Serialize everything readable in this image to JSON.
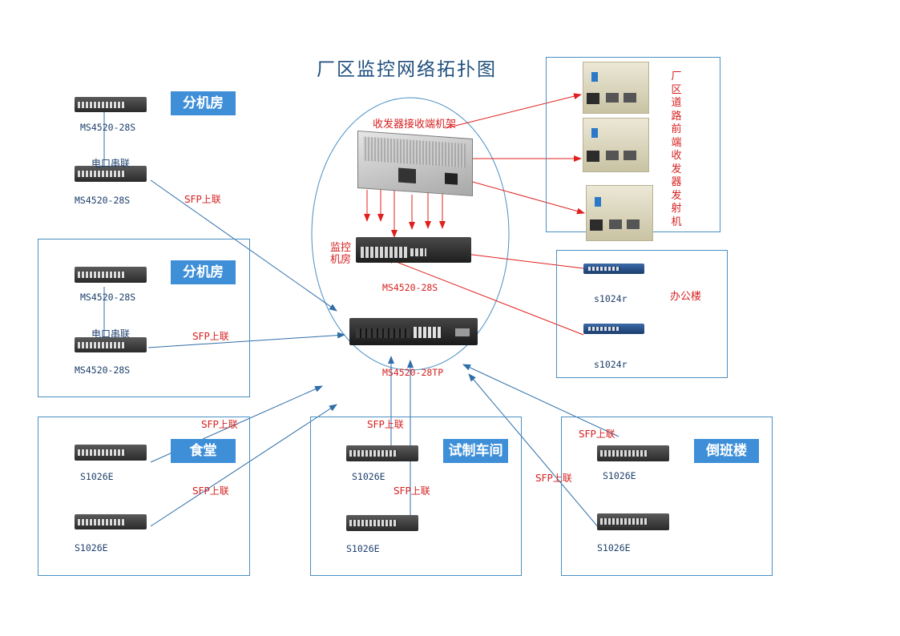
{
  "title": "厂区监控网络拓扑图",
  "zones": {
    "branch_top": "分机房",
    "branch_mid": "分机房",
    "canteen": "食堂",
    "trial": "试制车间",
    "shift": "倒班楼",
    "office": "办公楼"
  },
  "devices": {
    "ms28s_1": "MS4520-28S",
    "ms28s_2": "MS4520-28S",
    "ms28s_3": "MS4520-28S",
    "ms28s_4": "MS4520-28S",
    "ms28s_core": "MS4520-28S",
    "ms28tp": "MS4520-28TP",
    "s1024r_1": "s1024r",
    "s1024r_2": "s1024r",
    "s1026e_1": "S1026E",
    "s1026e_2": "S1026E",
    "s1026e_3": "S1026E",
    "s1026e_4": "S1026E",
    "s1026e_5": "S1026E",
    "s1026e_6": "S1026E"
  },
  "links": {
    "serial_1": "电口串联",
    "serial_2": "电口串联",
    "sfp_1": "SFP上联",
    "sfp_2": "SFP上联",
    "sfp_3": "SFP上联",
    "sfp_4": "SFP上联",
    "sfp_5": "SFP上联",
    "sfp_6": "SFP上联",
    "sfp_7": "SFP上联",
    "sfp_8": "SFP上联"
  },
  "labels": {
    "rack": "收发器接收端机架",
    "monitor_room": "监控机房",
    "transmitter": "厂区道路前端收发器发射机"
  },
  "colors": {
    "frame": "#4a8fc2",
    "zone_fill": "#3e8fd8",
    "blue_line": "#2f6ea8",
    "red_line": "#e0201e"
  }
}
